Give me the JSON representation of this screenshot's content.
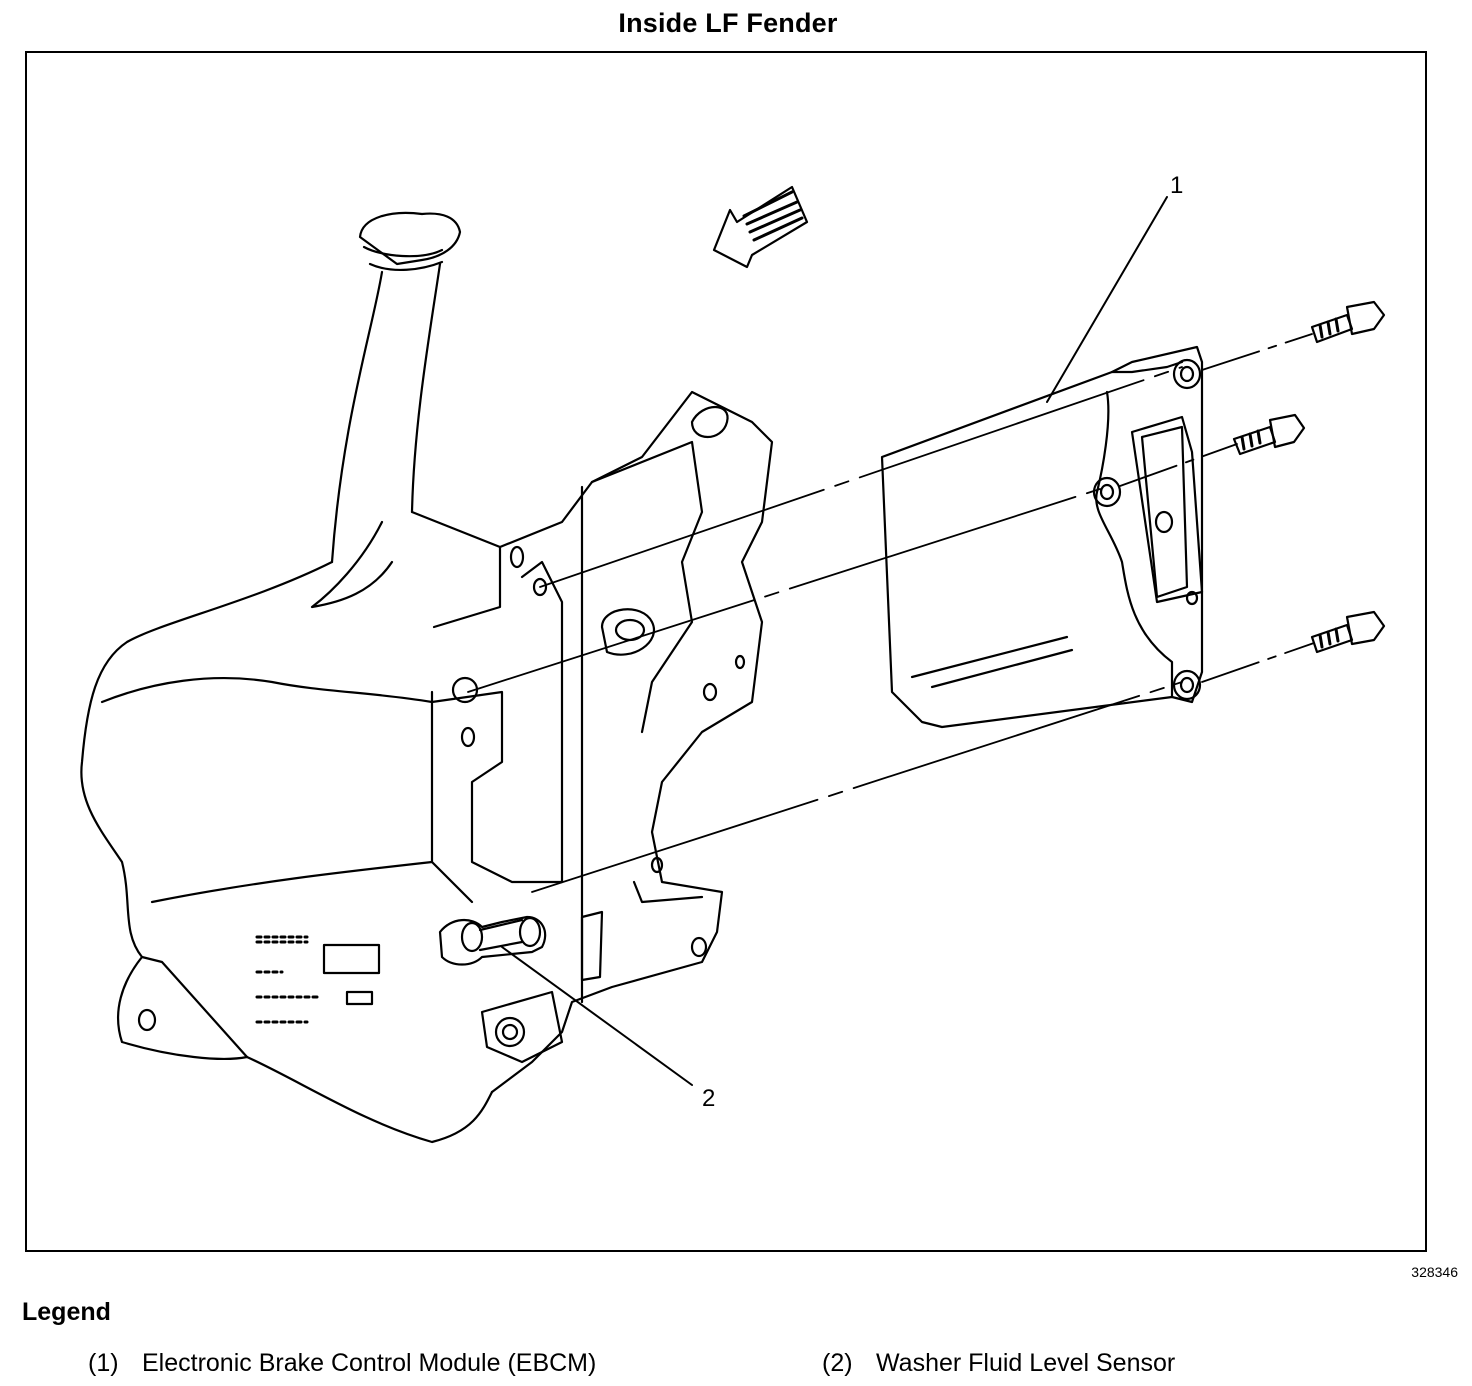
{
  "title": "Inside LF Fender",
  "figure_id": "328346",
  "callouts": [
    "1",
    "2"
  ],
  "legend": {
    "title": "Legend",
    "items": [
      {
        "num": "(1)",
        "label": "Electronic Brake Control Module (EBCM)"
      },
      {
        "num": "(2)",
        "label": "Washer Fluid Level Sensor"
      }
    ]
  }
}
